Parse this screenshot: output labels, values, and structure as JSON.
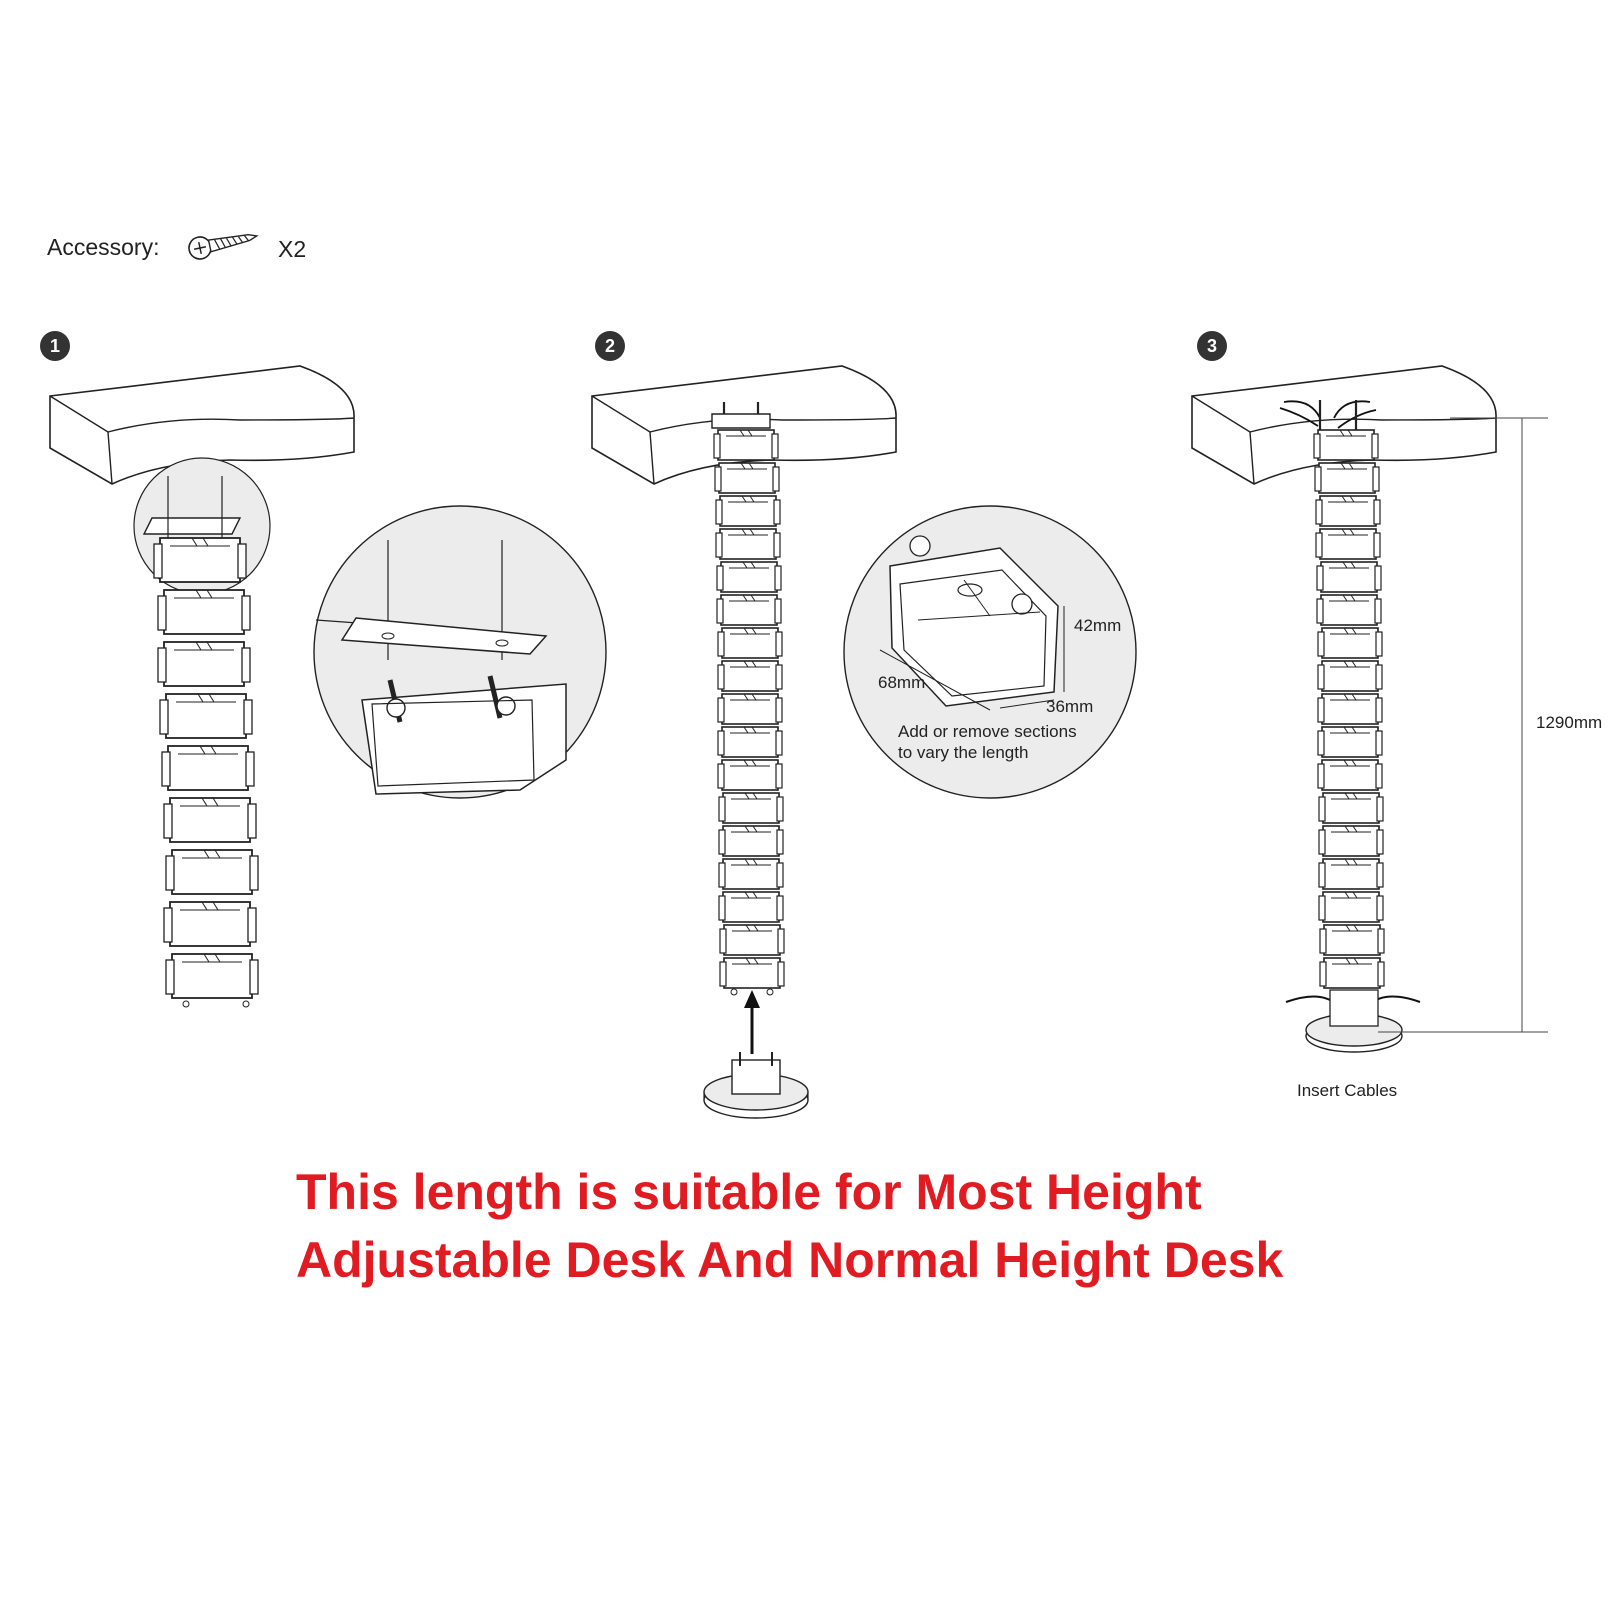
{
  "accessory": {
    "label": "Accessory:",
    "quantity": "X2",
    "icon": "screw-icon"
  },
  "steps": [
    {
      "number": "1"
    },
    {
      "number": "2"
    },
    {
      "number": "3",
      "caption": "Insert Cables"
    }
  ],
  "section_detail": {
    "height_label": "42mm",
    "length_label": "68mm",
    "depth_label": "36mm",
    "note_line1": "Add or remove sections",
    "note_line2": "to vary the length"
  },
  "overall_length_label": "1290mm",
  "headline": {
    "line1": "This length is suitable for Most Height",
    "line2": "Adjustable Desk And Normal Height Desk"
  },
  "colors": {
    "headline": "#e11b22",
    "line_art": "#222222"
  }
}
